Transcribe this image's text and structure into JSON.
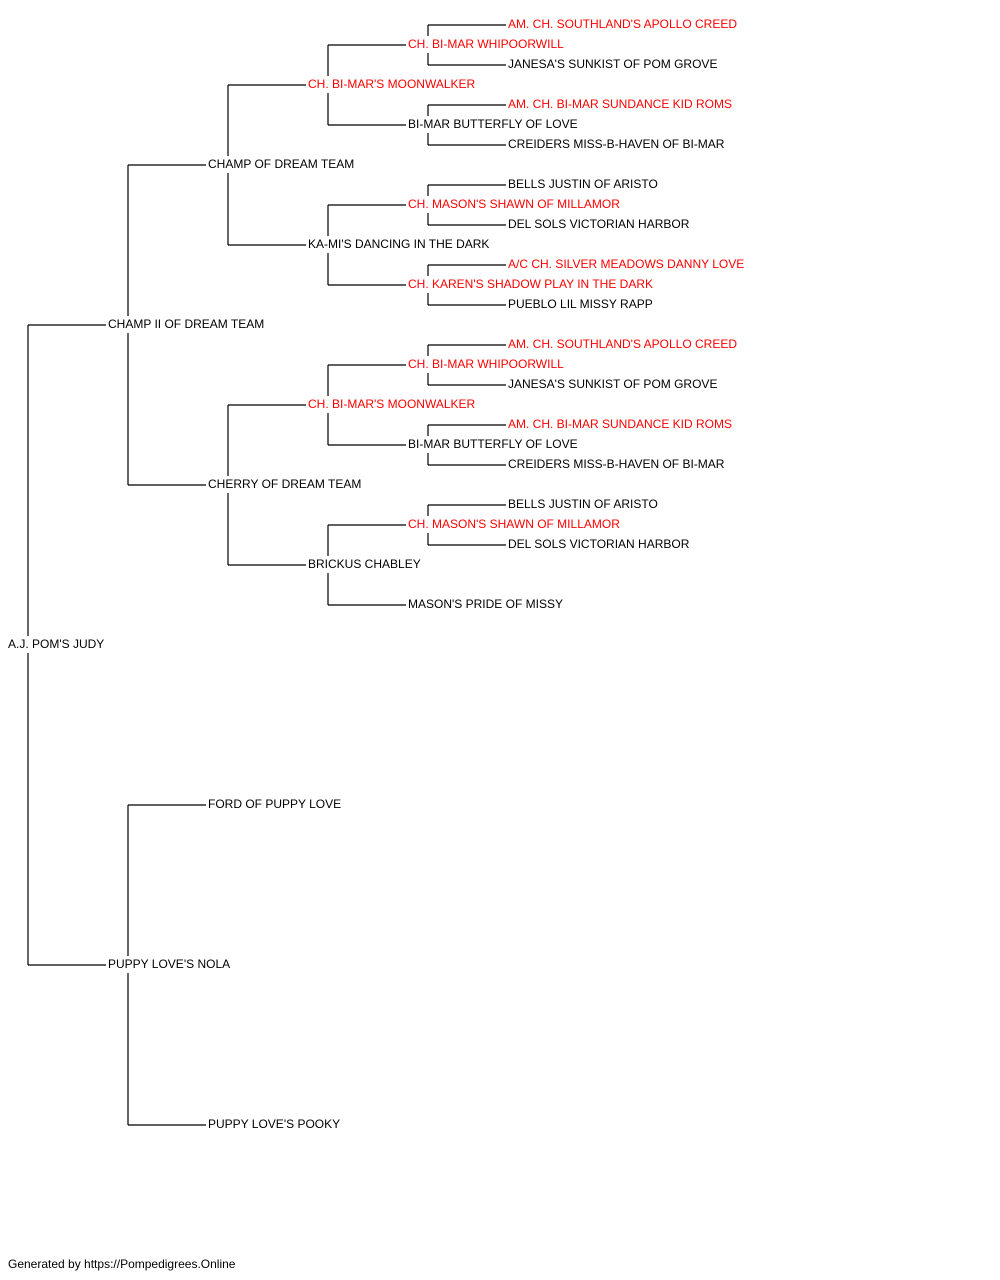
{
  "colors": {
    "champion": "#ff0000",
    "regular": "#000000",
    "line": "#000000"
  },
  "pedigree": {
    "name": "A.J. POM'S JUDY",
    "champion": false,
    "sire": {
      "name": "CHAMP II OF DREAM TEAM",
      "champion": false,
      "sire": {
        "name": "CHAMP OF DREAM TEAM",
        "champion": false,
        "sire": {
          "name": "CH. BI-MAR'S MOONWALKER",
          "champion": true,
          "sire": {
            "name": "CH. BI-MAR WHIPOORWILL",
            "champion": true,
            "sire": {
              "name": "AM. CH. SOUTHLAND'S APOLLO CREED",
              "champion": true
            },
            "dam": {
              "name": "JANESA'S SUNKIST OF POM GROVE",
              "champion": false
            }
          },
          "dam": {
            "name": "BI-MAR BUTTERFLY OF LOVE",
            "champion": false,
            "sire": {
              "name": "AM. CH. BI-MAR SUNDANCE KID ROMS",
              "champion": true
            },
            "dam": {
              "name": "CREIDERS MISS-B-HAVEN OF BI-MAR",
              "champion": false
            }
          }
        },
        "dam": {
          "name": "KA-MI'S DANCING IN THE DARK",
          "champion": false,
          "sire": {
            "name": "CH. MASON'S SHAWN OF MILLAMOR",
            "champion": true,
            "sire": {
              "name": "BELLS JUSTIN OF ARISTO",
              "champion": false
            },
            "dam": {
              "name": "DEL SOLS VICTORIAN HARBOR",
              "champion": false
            }
          },
          "dam": {
            "name": "CH. KAREN'S SHADOW PLAY IN THE DARK",
            "champion": true,
            "sire": {
              "name": "A/C CH. SILVER MEADOWS DANNY LOVE",
              "champion": true
            },
            "dam": {
              "name": "PUEBLO LIL MISSY RAPP",
              "champion": false
            }
          }
        }
      },
      "dam": {
        "name": "CHERRY OF DREAM TEAM",
        "champion": false,
        "sire": {
          "name": "CH. BI-MAR'S MOONWALKER",
          "champion": true,
          "sire": {
            "name": "CH. BI-MAR WHIPOORWILL",
            "champion": true,
            "sire": {
              "name": "AM. CH. SOUTHLAND'S APOLLO CREED",
              "champion": true
            },
            "dam": {
              "name": "JANESA'S SUNKIST OF POM GROVE",
              "champion": false
            }
          },
          "dam": {
            "name": "BI-MAR BUTTERFLY OF LOVE",
            "champion": false,
            "sire": {
              "name": "AM. CH. BI-MAR SUNDANCE KID ROMS",
              "champion": true
            },
            "dam": {
              "name": "CREIDERS MISS-B-HAVEN OF BI-MAR",
              "champion": false
            }
          }
        },
        "dam": {
          "name": "BRICKUS CHABLEY",
          "champion": false,
          "sire": {
            "name": "CH. MASON'S SHAWN OF MILLAMOR",
            "champion": true,
            "sire": {
              "name": "BELLS JUSTIN OF ARISTO",
              "champion": false
            },
            "dam": {
              "name": "DEL SOLS VICTORIAN HARBOR",
              "champion": false
            }
          },
          "dam": {
            "name": "MASON'S PRIDE OF MISSY",
            "champion": false
          }
        }
      }
    },
    "dam": {
      "name": "PUPPY LOVE'S NOLA",
      "champion": false,
      "sire": {
        "name": "FORD OF PUPPY LOVE",
        "champion": false
      },
      "dam": {
        "name": "PUPPY LOVE'S POOKY",
        "champion": false
      }
    }
  },
  "footer": "Generated by https://Pompedigrees.Online"
}
